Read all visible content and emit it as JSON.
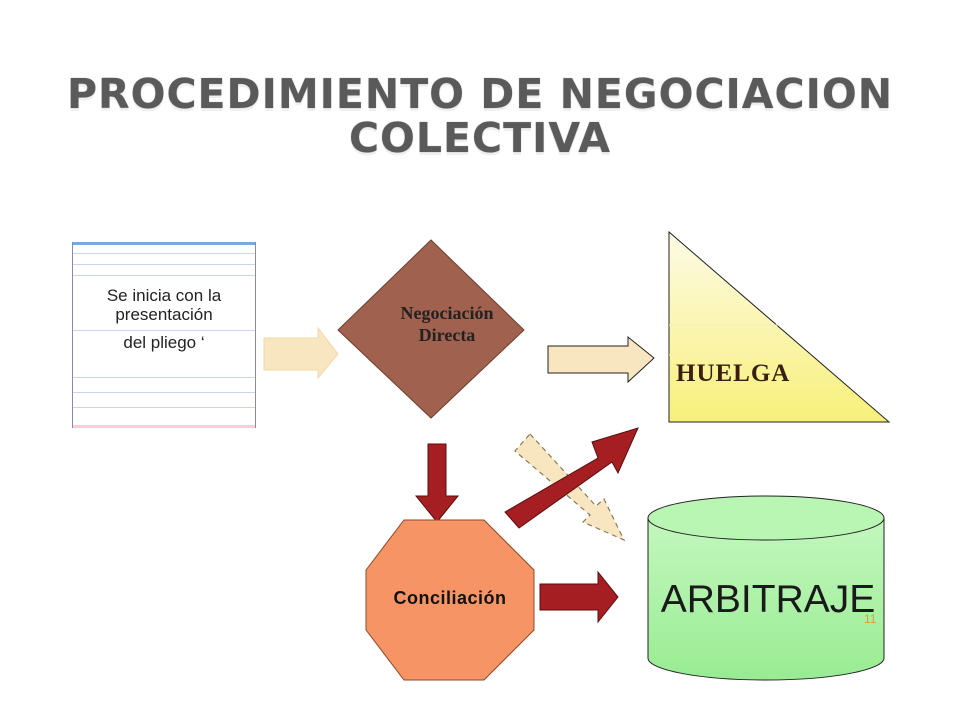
{
  "slide": {
    "title_line1": "PROCEDIMIENTO DE NEGOCIACION",
    "title_line2": "COLECTIVA",
    "page_number": "11"
  },
  "nodes": {
    "inicio": {
      "line1": "Se inicia con la",
      "line2": "presentación",
      "line3": "del pliego ‘"
    },
    "negociacion": {
      "line1": "Negociación",
      "line2": "Directa"
    },
    "huelga": "HUELGA",
    "conciliacion": "Conciliación",
    "arbitraje": "ARBITRAJE"
  },
  "colors": {
    "diamond": "#a0614f",
    "octagon": "#f79466",
    "triangle_top": "#fdfbe4",
    "triangle_bottom": "#f8f07a",
    "cylinder": "#a6f0a0",
    "arrow_light": "#f8e6c0",
    "arrow_red": "#a41e22"
  }
}
